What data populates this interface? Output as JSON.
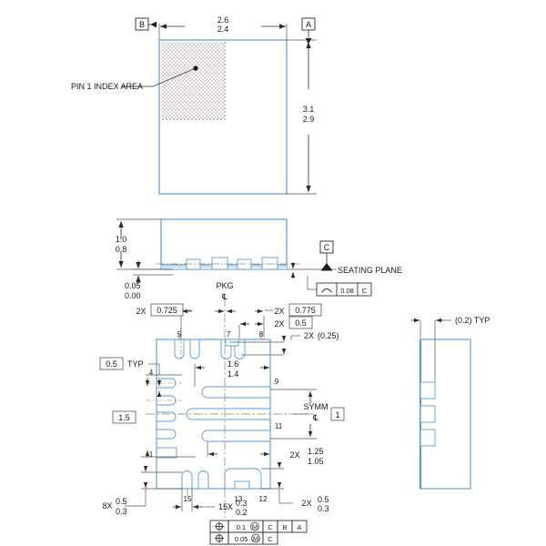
{
  "drawing": {
    "title": "mechanical package outline drawing",
    "colors": {
      "outline": "#5b9bd5",
      "fill": "#ffffff",
      "dim_line": "#404040",
      "center_line": "#7a6a50",
      "text": "#1a1a1a",
      "hatch_dot": "#7a6a50"
    },
    "top_view": {
      "width_dim": {
        "upper": "2.6",
        "lower": "2.4"
      },
      "height_dim": {
        "upper": "3.1",
        "lower": "2.9"
      },
      "datum_b": "B",
      "datum_a": "A",
      "pin1_label": "PIN 1 INDEX AREA"
    },
    "side_view": {
      "height_dim": {
        "upper": "1.0",
        "lower": "0.8"
      },
      "standoff_dim": {
        "upper": "0.05",
        "lower": "0.00"
      },
      "datum_c": "C",
      "seating_plane_label": "SEATING PLANE",
      "flatness": {
        "symbol": "flatness-icon",
        "value": "0.08",
        "datum": "C"
      }
    },
    "bottom_view": {
      "pkg_centerline_label": "PKG",
      "symm_label": "SYMM",
      "dims": [
        {
          "id": "d-725",
          "prefix": "2X",
          "value": "0.725",
          "boxed": true
        },
        {
          "id": "d-775",
          "prefix": "2X",
          "value": "0.775",
          "boxed": true
        },
        {
          "id": "d-05x",
          "prefix": "2X",
          "value": "0.5",
          "boxed": true
        },
        {
          "id": "d-025",
          "prefix": "2X",
          "value": "(0.25)",
          "boxed": false
        },
        {
          "id": "d-05typ",
          "prefix": "",
          "value": "0.5",
          "suffix": "TYP",
          "boxed": true
        },
        {
          "id": "d-15",
          "prefix": "",
          "value": "1.5",
          "boxed": true
        },
        {
          "id": "d-1box",
          "prefix": "",
          "value": "1",
          "boxed": true
        }
      ],
      "stacked_dims": [
        {
          "id": "s-16",
          "prefix": "",
          "upper": "1.6",
          "lower": "1.4"
        },
        {
          "id": "s-125",
          "prefix": "2X",
          "upper": "1.25",
          "lower": "1.05"
        },
        {
          "id": "s-8x05",
          "prefix": "8X",
          "upper": "0.5",
          "lower": "0.3"
        },
        {
          "id": "s-15x",
          "prefix": "15X",
          "upper": "0.3",
          "lower": "0.2"
        },
        {
          "id": "s-2x05",
          "prefix": "2X",
          "upper": "0.5",
          "lower": "0.3"
        }
      ],
      "pin_numbers": [
        "1",
        "4",
        "5",
        "7",
        "8",
        "9",
        "11",
        "12",
        "13",
        "15"
      ],
      "feature_control": [
        {
          "symbol": "position-icon",
          "tol": "0.1",
          "mod": "M",
          "datums": [
            "C",
            "B",
            "A"
          ]
        },
        {
          "symbol": "position-icon",
          "tol": "0.05",
          "mod": "M",
          "datums": [
            "C"
          ]
        }
      ]
    },
    "right_view": {
      "thickness_dim": "(0.2) TYP"
    }
  }
}
